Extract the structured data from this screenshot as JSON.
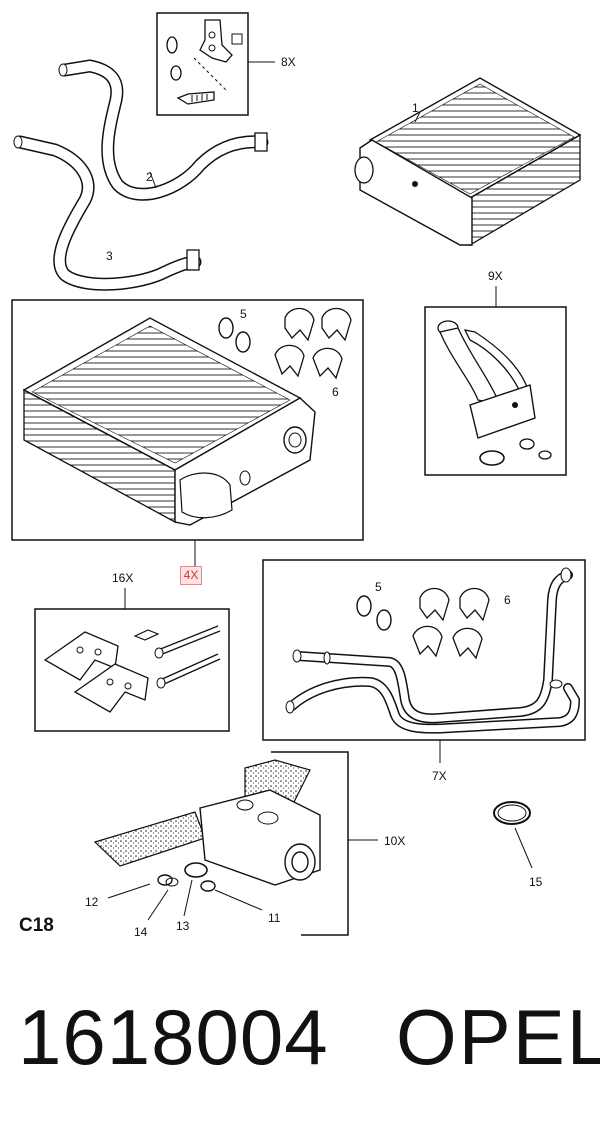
{
  "callouts": {
    "c1": "1",
    "c2": "2",
    "c3": "3",
    "c4x": "4X",
    "c5a": "5",
    "c6a": "6",
    "c5b": "5",
    "c6b": "6",
    "c7x": "7X",
    "c8x": "8X",
    "c9x": "9X",
    "c10x": "10X",
    "c11": "11",
    "c12": "12",
    "c13": "13",
    "c14": "14",
    "c15": "15",
    "c16x": "16X"
  },
  "section_code": "C18",
  "part_number": "1618004",
  "brand": "OPEL",
  "colors": {
    "line": "#111111",
    "highlight_fill": "#fbe3e3",
    "highlight_border": "#e08f8f",
    "highlight_text": "#c23b3b"
  }
}
